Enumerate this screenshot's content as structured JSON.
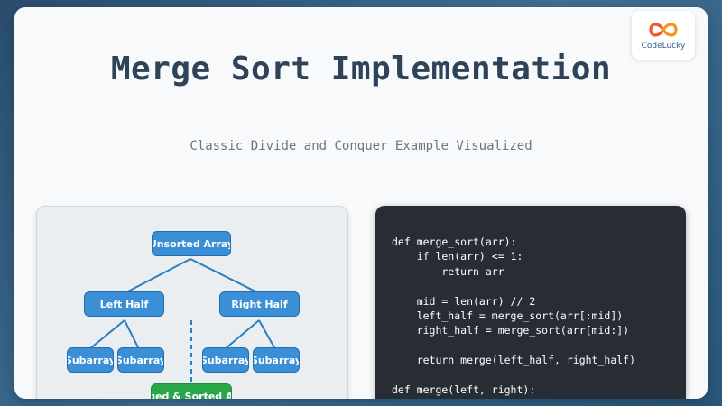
{
  "header": {
    "title": "Merge Sort Implementation",
    "subtitle": "Classic Divide and Conquer Example Visualized"
  },
  "logo": {
    "text": "CodeLucky",
    "icon": "infinity-logo-icon"
  },
  "diagram": {
    "nodes": {
      "root": "Unsorted Array",
      "left": "Left Half",
      "right": "Right Half",
      "sub1": "Subarray",
      "sub2": "Subarray",
      "sub3": "Subarray",
      "sub4": "Subarray",
      "merged": "Merged & Sorted Array"
    }
  },
  "code": {
    "language": "python",
    "text": "def merge_sort(arr):\n    if len(arr) <= 1:\n        return arr\n\n    mid = len(arr) // 2\n    left_half = merge_sort(arr[:mid])\n    right_half = merge_sort(arr[mid:])\n\n    return merge(left_half, right_half)\n\ndef merge(left, right):\n    sorted_list = []"
  },
  "colors": {
    "node_blue": "#3a8fd6",
    "node_green": "#29a84a",
    "title": "#2e4258",
    "code_bg": "#282c34"
  }
}
